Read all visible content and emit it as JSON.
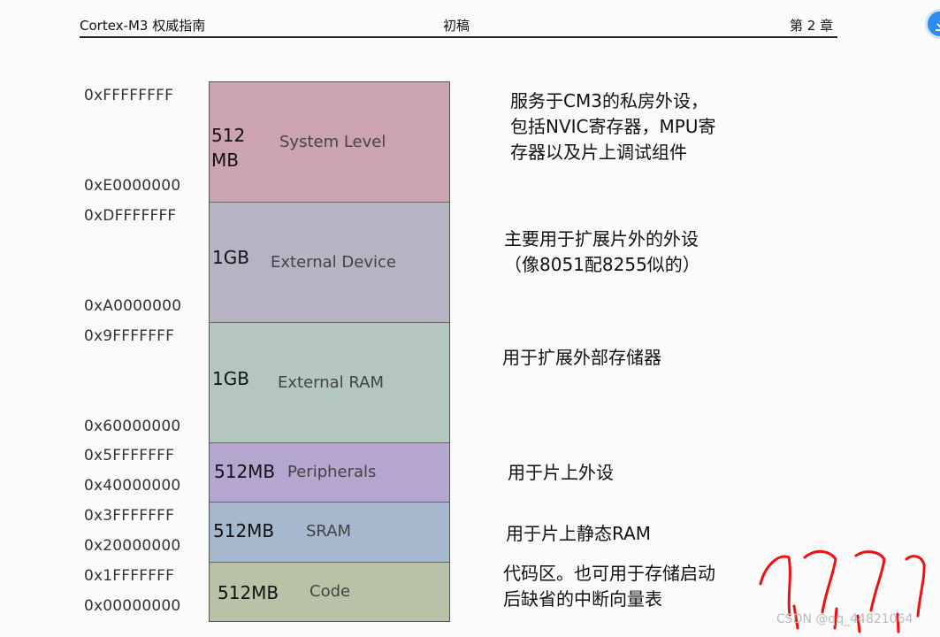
{
  "header": {
    "left": "Cortex-M3 权威指南",
    "center": "初稿",
    "right": "第 2 章"
  },
  "addresses": [
    "0xFFFFFFFF",
    "0xE0000000",
    "0xDFFFFFFF",
    "0xA0000000",
    "0x9FFFFFFF",
    "0x60000000",
    "0x5FFFFFFF",
    "0x40000000",
    "0x3FFFFFFF",
    "0x20000000",
    "0x1FFFFFFF",
    "0x00000000"
  ],
  "regions": [
    {
      "size_line1": "512",
      "size_line2": "MB",
      "name": "System Level",
      "color": "#cca3b1"
    },
    {
      "size": "1GB",
      "name": "External Device",
      "color": "#b6b3c4"
    },
    {
      "size": "1GB",
      "name": "External RAM",
      "color": "#b3c6c2"
    },
    {
      "size": "512MB",
      "name": "Peripherals",
      "color": "#b4a6cf"
    },
    {
      "size": "512MB",
      "name": "SRAM",
      "color": "#a5b8cd"
    },
    {
      "size": "512MB",
      "name": "Code",
      "color": "#b9c2a7"
    }
  ],
  "descriptions": {
    "system": [
      "服务于CM3的私房外设，",
      "包括NVIC寄存器，MPU寄",
      "存器以及片上调试组件"
    ],
    "device": [
      "主要用于扩展片外的外设",
      "（像8051配8255似的）"
    ],
    "ram": "用于扩展外部存储器",
    "peripherals": "用于片上外设",
    "sram": "用于片上静态RAM",
    "code": [
      "代码区。也可用于存储启动",
      "后缺省的中断向量表"
    ]
  },
  "watermark": "CSDN @qq_44821064",
  "icons": {
    "corner": "download-icon"
  }
}
